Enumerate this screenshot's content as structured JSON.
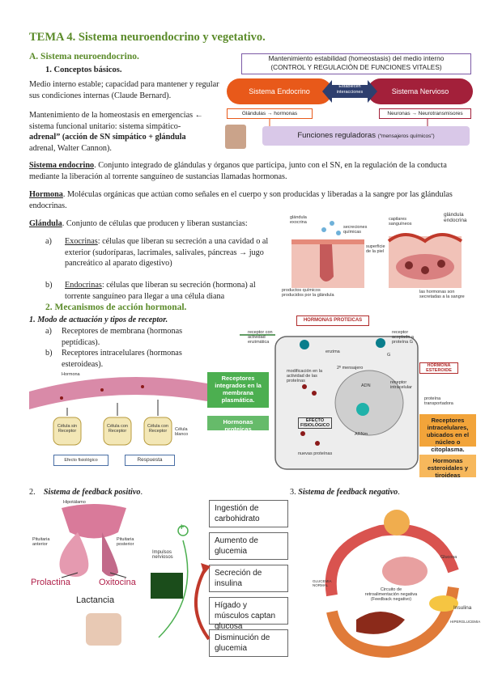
{
  "title": "TEMA 4. Sistema neuroendocrino y vegetativo.",
  "sectionA": {
    "heading": "A.  Sistema neuroendocrino.",
    "sub1": "1.    Conceptos básicos.",
    "p1": "Medio interno estable; capacidad para mantener y regular sus condiciones internas (Claude Bernard).",
    "p2a": "Mantenimiento de la homeostasis en emergencias ← sistema funcional unitario: sistema simpático-",
    "p2b": "adrenal” (acción de SN simpático + glándula",
    "p2c": "adrenal, Walter Cannon).",
    "endocrino_term": "Sistema endocrino",
    "endocrino_def": ". Conjunto integrado de glándulas y órganos que participa, junto con el SN, en la regulación de la conducta mediante la liberación al torrente sanguíneo de sustancias llamadas hormonas.",
    "hormona_term": "Hormona",
    "hormona_def": ". Moléculas orgánicas que actúan como señales en el cuerpo y son producidas y liberadas a la sangre por las glándulas endocrinas.",
    "glandula_term": "Glándula",
    "glandula_def": ". Conjunto de células que producen y liberan sustancias:",
    "a_label": "a)",
    "a_term": "Exocrinas",
    "a_def": ": células que liberan su secreción a una cavidad o al exterior (sudoríparas, lacrimales, salivales, páncreas → jugo pancreático al aparato digestivo)",
    "b_label": "b)",
    "b_term": "Endocrinas",
    "b_def": ": células que liberan su secreción (hormona) al torrente sanguíneo para llegar a una célula diana"
  },
  "homeostasis_diagram": {
    "header_line1": "Mantenimiento estabilidad (homeostasis) del medio interno",
    "header_line2": "(CONTROL Y REGULACIÓN DE FUNCIONES VITALES)",
    "endocrino": "Sistema Endocrino",
    "nervioso": "Sistema Nervioso",
    "center1": "Establecen",
    "center2": "interacciones",
    "left_sub": "Glándulas → hormonas",
    "right_sub": "Neuronas → Neurotransmisores",
    "bottom": "Funciones reguladoras",
    "bottom_note": "(“mensajeros químicos”)",
    "colors": {
      "endocrino": "#e8591a",
      "nervioso": "#a3203a",
      "center": "#2e3f6e",
      "bottom": "#d9c8e8"
    }
  },
  "gland_diagram": {
    "exocrina": "glándula exocrina",
    "secreciones": "secreciones químicas",
    "superficie": "superficie de la piel",
    "productos": "productos químicos producidos por la glándula",
    "capilares": "capilares sanguíneos",
    "endocrina": "glándula endocrina",
    "hormonas": "las hormonas son secretadas a la sangre"
  },
  "section2": {
    "heading": "2.    Mecanismos de acción hormonal.",
    "sub": "1.    Modo de actuación y tipos de receptor.",
    "a_label": "a)",
    "a_text": "Receptores de membrana (hormonas peptídicas).",
    "b_label": "b)",
    "b_text": "Receptores intracelulares (hormonas esteroideas)."
  },
  "receptor_diagram_left": {
    "hormona": "Hormona",
    "cell1": "Célula sin Receptor",
    "cell2": "Célula con Receptor",
    "cell3": "Célula con Receptor",
    "blanco": "Célula blanco",
    "efecto": "Efecto fisiológico",
    "respuesta": "Respuesta"
  },
  "receptor_diagram_right": {
    "proteicas_top": "HORMONAS PROTEICAS",
    "rec_membrana": "Receptores integrados en la membrana plasmática.",
    "hormonas_proteicas": "Hormonas proteicas",
    "rec_intra": "Receptores intracelulares, ubicados en el núcleo o citoplasma.",
    "hormonas_esteroides": "Hormonas esteroidales y tiroideas",
    "esteroide": "HORMONA ESTEROIDE",
    "efecto": "EFECTO FISIOLÓGICO",
    "adn": "ADN",
    "arnm": "ARNm",
    "nuevas": "nuevas proteínas",
    "receptor_enz": "receptor con actividad enzimática",
    "receptor_g": "receptor acoplado a proteína G",
    "segundo": "2º mensajero",
    "modificacion": "modificación en la actividad de las proteínas",
    "enzima": "enzima",
    "proteina_transp": "proteína transportadora",
    "receptor_intra": "receptor intracelular",
    "g_label": "G"
  },
  "feedback_pos": {
    "number": "2.",
    "heading": "Sistema de feedback positivo",
    "period": ".",
    "hipotalamo": "Hipotálamo",
    "pit_ant": "Pituitaria anterior",
    "pit_post": "Pituitaria posterior",
    "prolactina": "Prolactina",
    "oxitocina": "Oxitocina",
    "lactancia": "Lactancia",
    "impulsos": "Impulsos nerviosos",
    "plus": "+"
  },
  "feedback_boxes": [
    "Ingestión de carbohidrato",
    "Aumento de glucemia",
    "Secreción de insulina",
    "Hígado y músculos captan glucosa",
    "Disminución de glucemia"
  ],
  "feedback_neg": {
    "number": "3.",
    "heading": "Sistema de feedback negativo",
    "period": ".",
    "circuito": "Circuito de retroalimentación negativa (Feedback negativo)",
    "glucosa": "Glucosa",
    "insulina": "Insulina",
    "hiperglucemia": "HIPERGLUCEMIA",
    "glucemia_normal": "GLUCEMIA NORMAL"
  }
}
